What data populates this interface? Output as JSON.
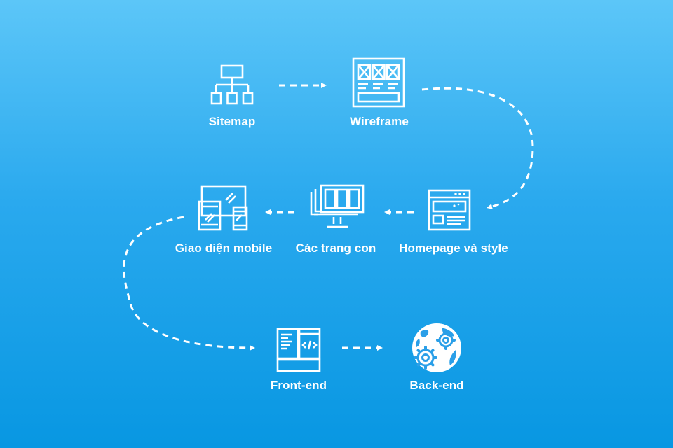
{
  "colors": {
    "background_top": "#5cc6f8",
    "background_bottom": "#0897e2",
    "foreground": "#ffffff"
  },
  "steps": [
    {
      "label": "Sitemap",
      "icon": "sitemap-icon"
    },
    {
      "label": "Wireframe",
      "icon": "wireframe-icon"
    },
    {
      "label": "Homepage và style",
      "icon": "browser-window-icon"
    },
    {
      "label": "Các trang con",
      "icon": "monitor-pages-icon"
    },
    {
      "label": "Giao diện mobile",
      "icon": "responsive-devices-icon"
    },
    {
      "label": "Front-end",
      "icon": "code-editor-icon"
    },
    {
      "label": "Back-end",
      "icon": "gears-globe-icon"
    }
  ]
}
